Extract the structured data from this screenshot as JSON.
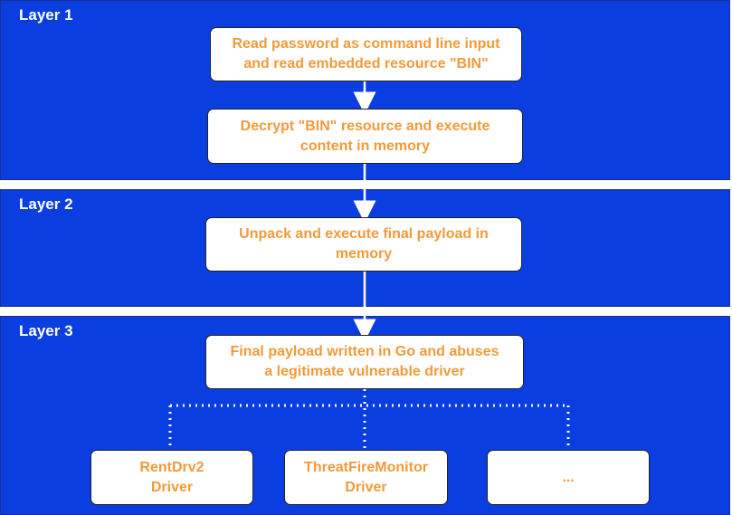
{
  "colors": {
    "layer_fill": "#0a3ee0",
    "box_text": "#f29a3a",
    "connector": "#ffffff"
  },
  "layers": [
    {
      "title": "Layer 1"
    },
    {
      "title": "Layer 2"
    },
    {
      "title": "Layer 3"
    }
  ],
  "nodes": {
    "read_password": "Read password as command line input\nand read embedded resource \"BIN\"",
    "decrypt_bin": "Decrypt \"BIN\" resource and execute\ncontent in memory",
    "unpack_execute": "Unpack and execute final payload in\nmemory",
    "final_payload": "Final payload written in Go and abuses\na legitimate vulnerable driver",
    "rentdrv2": "RentDrv2\nDriver",
    "threatfire": "ThreatFireMonitor\nDriver",
    "more_drivers": "..."
  }
}
